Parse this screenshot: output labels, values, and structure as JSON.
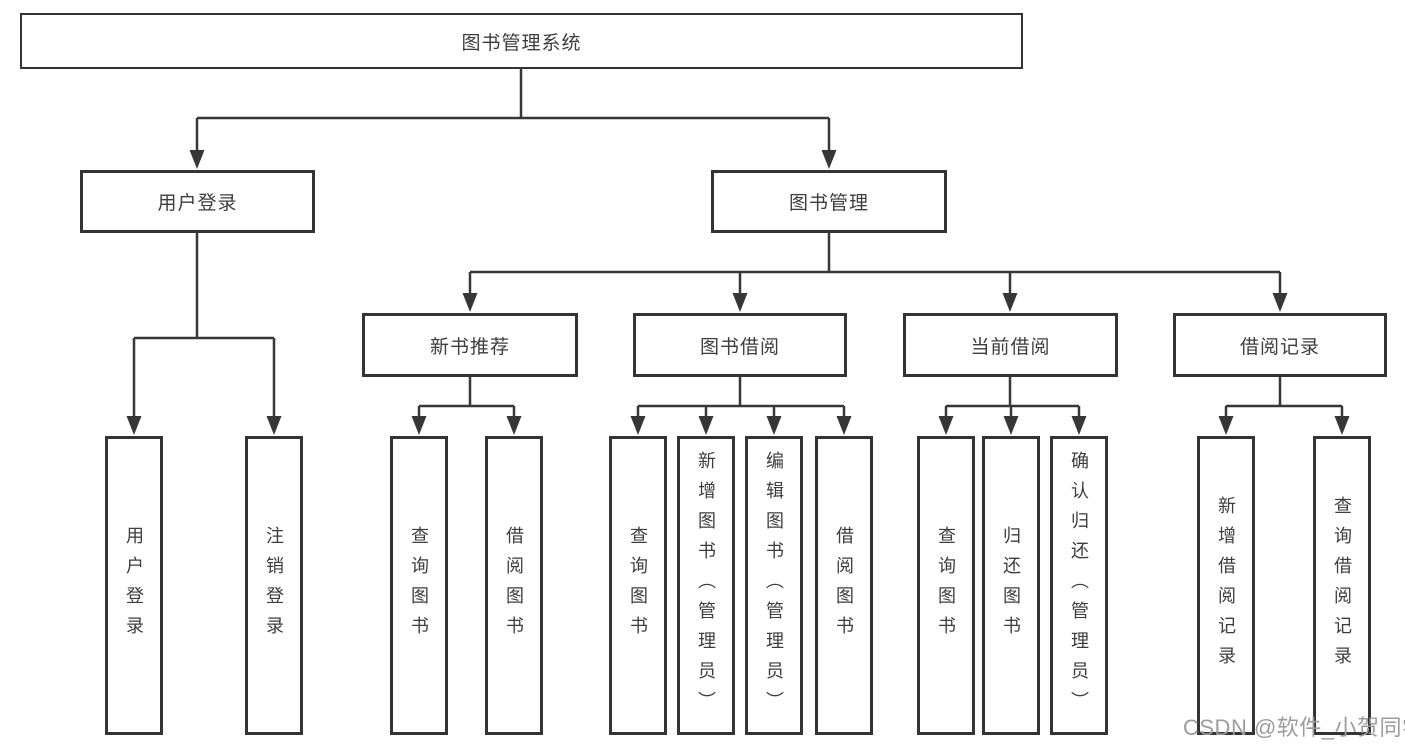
{
  "diagram": {
    "title": "图书管理系统",
    "branches": [
      {
        "label": "用户登录",
        "children": [
          {
            "label": "用户登录"
          },
          {
            "label": "注销登录"
          }
        ]
      },
      {
        "label": "图书管理",
        "children": [
          {
            "label": "新书推荐",
            "children": [
              {
                "label": "查询图书"
              },
              {
                "label": "借阅图书"
              }
            ]
          },
          {
            "label": "图书借阅",
            "children": [
              {
                "label": "查询图书"
              },
              {
                "label": "新增图书（管理员）"
              },
              {
                "label": "编辑图书（管理员）"
              },
              {
                "label": "借阅图书"
              }
            ]
          },
          {
            "label": "当前借阅",
            "children": [
              {
                "label": "查询图书"
              },
              {
                "label": "归还图书"
              },
              {
                "label": "确认归还（管理员）"
              }
            ]
          },
          {
            "label": "借阅记录",
            "children": [
              {
                "label": "新增借阅记录"
              },
              {
                "label": "查询借阅记录"
              }
            ]
          }
        ]
      }
    ]
  },
  "watermark": {
    "text": "CSDN @软件_小贺同学",
    "color": "#9c9c9c"
  },
  "colors": {
    "line": "#373737",
    "box_border": "#333333",
    "text": "#3d3d3d",
    "background": "#ffffff"
  }
}
